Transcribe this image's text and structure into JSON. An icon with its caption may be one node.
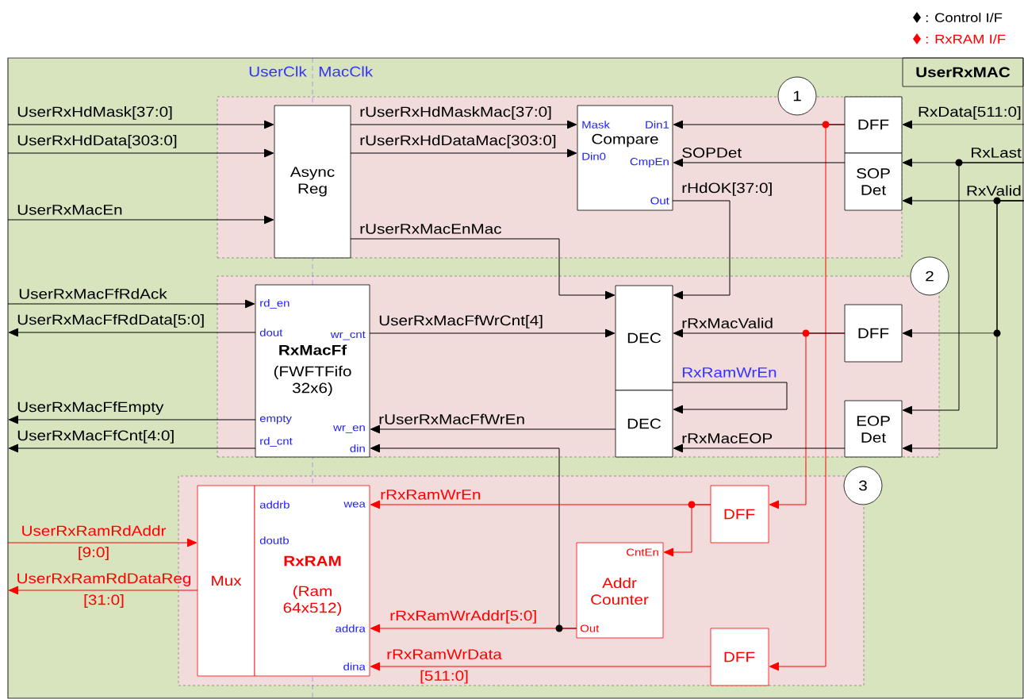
{
  "diagram": {
    "nodes": [
      {
        "text": [
          "UserRxMAC"
        ]
      },
      {
        "text": [],
        "shape": "box",
        "in": 0
      },
      {
        "text": [
          "1"
        ],
        "in": 0
      },
      {
        "text": [
          "Async Reg"
        ],
        "in": 1
      },
      {
        "text": [
          "Compare",
          "Mask",
          "Din1",
          "Din0",
          "CmpEn",
          "Out"
        ],
        "in": 1
      },
      {
        "text": [
          "DFF"
        ],
        "in": 1
      },
      {
        "text": [
          "SOP Det"
        ],
        "in": 1
      },
      {
        "text": [],
        "shape": "box",
        "in": 0
      },
      {
        "text": [
          "2"
        ],
        "in": 0
      },
      {
        "text": [
          "RxMacFf",
          "(FWFTFifo 32x6)",
          "rd_en",
          "dout",
          "wr_cnt",
          "empty",
          "wr_en",
          "rd_cnt",
          "din"
        ],
        "in": 7
      },
      {
        "text": [
          "DEC"
        ],
        "in": 7
      },
      {
        "text": [
          "DEC"
        ],
        "in": 7
      },
      {
        "text": [
          "DFF"
        ],
        "in": 7
      },
      {
        "text": [
          "EOP Det"
        ],
        "in": 7
      },
      {
        "text": [],
        "shape": "box",
        "in": 0
      },
      {
        "text": [
          "3"
        ],
        "in": 0
      },
      {
        "text": [
          "Mux"
        ],
        "in": 14
      },
      {
        "text": [
          "RxRAM",
          "(Ram 64x512)",
          "addrb",
          "wea",
          "doutb",
          "addra",
          "dina"
        ],
        "in": 14
      },
      {
        "text": [
          "DFF"
        ],
        "in": 14
      },
      {
        "text": [
          "CntEn",
          "Addr Counter",
          "Out"
        ],
        "in": 14
      },
      {
        "text": [
          "DFF"
        ],
        "in": 14
      }
    ],
    "edges": [
      {
        "from": null,
        "to": 3,
        "arrow": "to",
        "label": "UserRxHdMask[37:0]"
      },
      {
        "from": null,
        "to": 3,
        "arrow": "to",
        "label": "UserRxHdData[303:0]"
      },
      {
        "from": null,
        "to": 3,
        "arrow": "to",
        "label": "UserRxMacEn"
      },
      {
        "from": 3,
        "to": 4,
        "arrow": "to",
        "label": "rUserRxHdMaskMac[37:0]"
      },
      {
        "from": 3,
        "to": 4,
        "arrow": "to",
        "label": "rUserRxHdDataMac[303:0]"
      },
      {
        "from": 3,
        "to": 10,
        "arrow": "to",
        "label": "rUserRxMacEnMac"
      },
      {
        "from": 4,
        "to": 10,
        "arrow": "to",
        "label": "rHdOK[37:0]"
      },
      {
        "from": 5,
        "to": 4,
        "arrow": "to"
      },
      {
        "from": 6,
        "to": 4,
        "arrow": "to",
        "label": "SOPDet"
      },
      {
        "from": null,
        "to": 5,
        "arrow": "to",
        "label": "RxData[511:0]"
      },
      {
        "from": null,
        "to": 6,
        "arrow": "to",
        "label": "RxLast"
      },
      {
        "from": null,
        "to": 6,
        "arrow": "to",
        "label": "RxValid"
      },
      {
        "from": 5,
        "to": 20,
        "arrow": "to",
        "color": "#ff0000"
      },
      {
        "from": null,
        "to": 13,
        "arrow": "to"
      },
      {
        "from": null,
        "to": 12,
        "arrow": "to"
      },
      {
        "from": null,
        "to": 13,
        "arrow": "to"
      },
      {
        "from": 12,
        "to": 10,
        "arrow": "to",
        "label": "rRxMacValid"
      },
      {
        "from": 12,
        "to": 18,
        "arrow": "to",
        "color": "#ff0000"
      },
      {
        "from": 10,
        "to": 11,
        "arrow": "to",
        "label": "RxRamWrEn"
      },
      {
        "from": 13,
        "to": 11,
        "arrow": "to",
        "label": "rRxMacEOP"
      },
      {
        "from": null,
        "to": 9,
        "arrow": "to",
        "label": "UserRxMacFfRdAck"
      },
      {
        "from": 9,
        "to": null,
        "arrow": "to",
        "label": "UserRxMacFfRdData[5:0]"
      },
      {
        "from": 9,
        "to": 10,
        "arrow": "to",
        "label": "UserRxMacFfWrCnt[4]"
      },
      {
        "from": 9,
        "to": null,
        "arrow": "to",
        "label": "UserRxMacFfEmpty"
      },
      {
        "from": 9,
        "to": null,
        "arrow": "to",
        "label": "UserRxMacFfCnt[4:0]"
      },
      {
        "from": 11,
        "to": 9,
        "arrow": "to",
        "label": "rUserRxMacFfWrEn"
      },
      {
        "from": 19,
        "to": 9,
        "arrow": "to"
      },
      {
        "from": 19,
        "to": 17,
        "arrow": "to",
        "label": "rRxRamWrAddr[5:0]",
        "color": "#ff0000"
      },
      {
        "from": 18,
        "to": 17,
        "arrow": "to",
        "label": "rRxRamWrEn",
        "color": "#ff0000"
      },
      {
        "from": 18,
        "to": 19,
        "arrow": "to",
        "color": "#ff0000"
      },
      {
        "from": 20,
        "to": 17,
        "arrow": "to",
        "label": "rRxRamWrData [511:0]",
        "color": "#ff0000"
      },
      {
        "from": null,
        "to": 16,
        "arrow": "to",
        "label": "UserRxRamRdAddr [9:0]",
        "color": "#ff0000"
      },
      {
        "from": 16,
        "to": null,
        "arrow": "to",
        "label": "UserRxRamRdDataReg [31:0]",
        "color": "#ff0000"
      }
    ],
    "labels": [
      "UserClk",
      "MacClk"
    ],
    "legend": [
      {
        "text": ": Control I/F",
        "color": "#000000"
      },
      {
        "text": ": RxRAM I/F",
        "color": "#ff0000"
      }
    ]
  }
}
